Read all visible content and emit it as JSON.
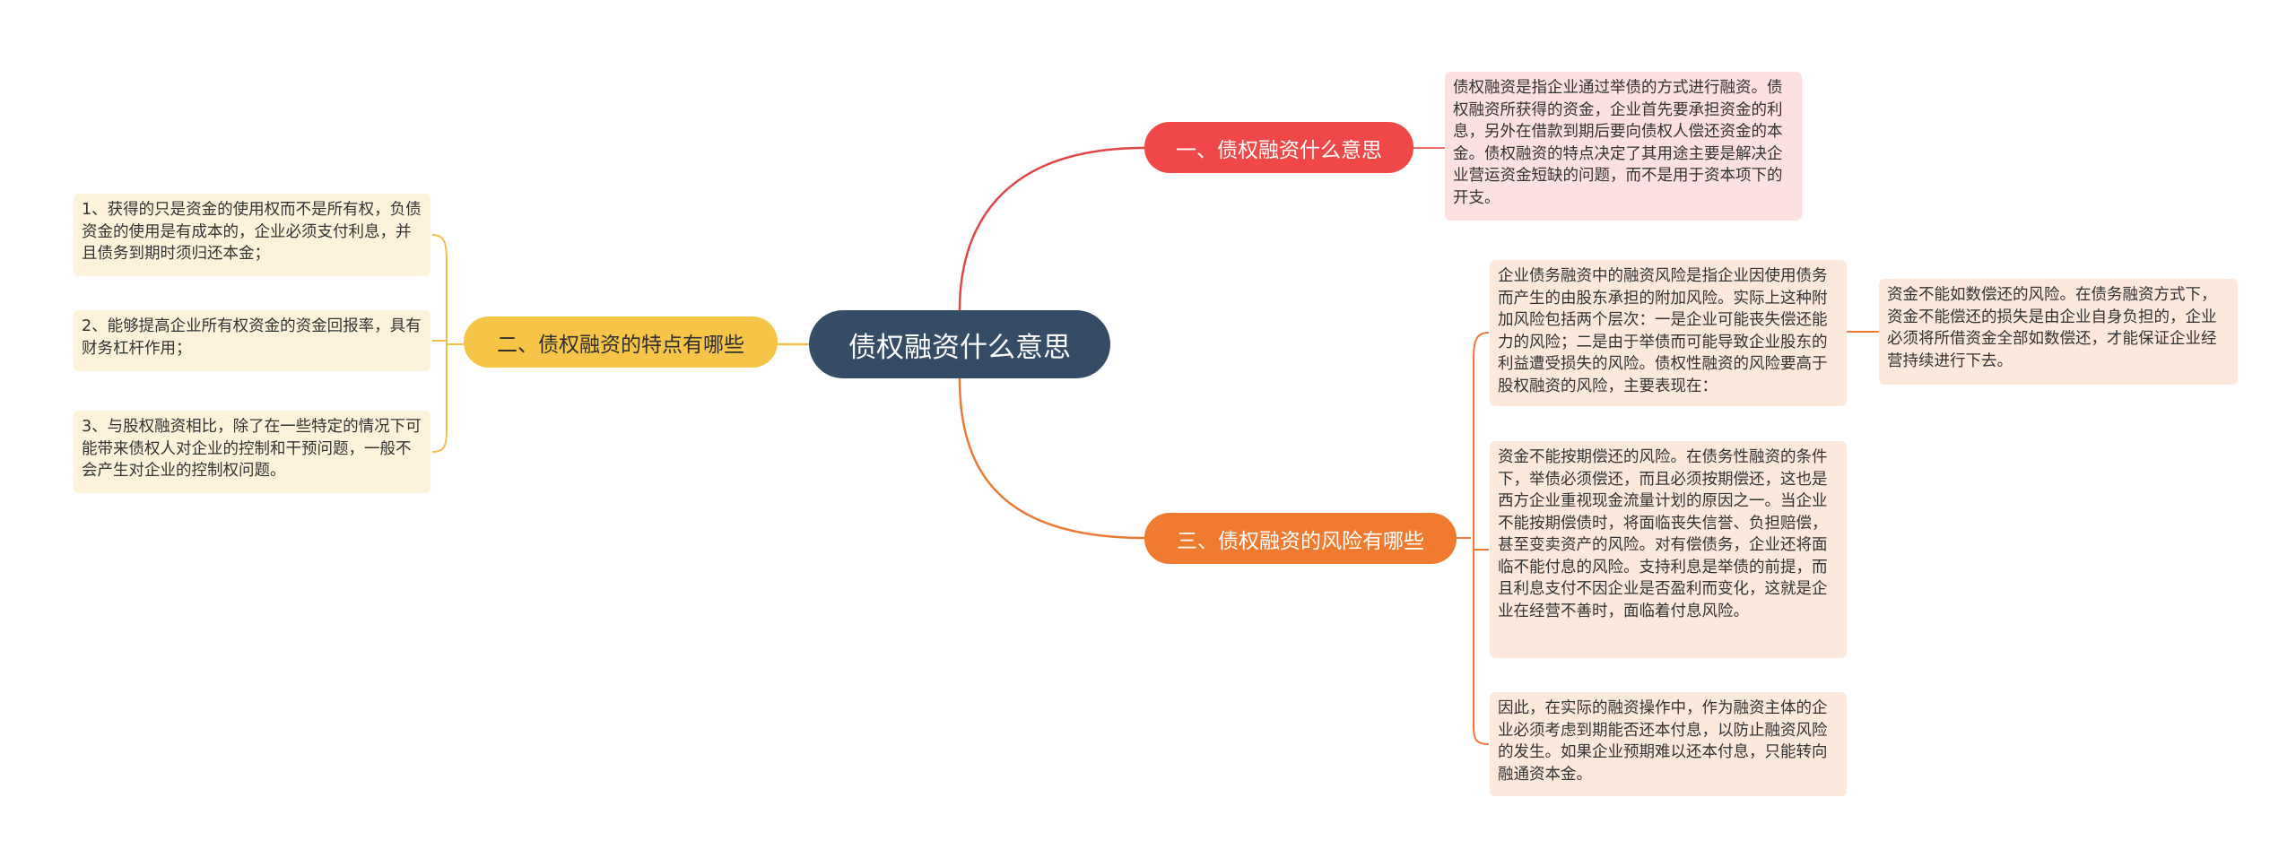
{
  "root": {
    "label": "债权融资什么意思"
  },
  "branches": [
    {
      "label": "一、债权融资什么意思",
      "color": "#f04848",
      "children": [
        {
          "text": "债权融资是指企业通过举债的方式进行融资。债权融资所获得的资金，企业首先要承担资金的利息，另外在借款到期后要向债权人偿还资金的本金。债权融资的特点决定了其用途主要是解决企业营运资金短缺的问题，而不是用于资本项下的开支。"
        }
      ]
    },
    {
      "label": "二、债权融资的特点有哪些",
      "color": "#f6c548",
      "children": [
        {
          "text": "1、获得的只是资金的使用权而不是所有权，负债资金的使用是有成本的，企业必须支付利息，并且债务到期时须归还本金；"
        },
        {
          "text": "2、能够提高企业所有权资金的资金回报率，具有财务杠杆作用；"
        },
        {
          "text": "3、与股权融资相比，除了在一些特定的情况下可能带来债权人对企业的控制和干预问题，一般不会产生对企业的控制权问题。"
        }
      ]
    },
    {
      "label": "三、债权融资的风险有哪些",
      "color": "#f07a2e",
      "children": [
        {
          "text": "企业债务融资中的融资风险是指企业因使用债务而产生的由股东承担的附加风险。实际上这种附加风险包括两个层次：一是企业可能丧失偿还能力的风险；二是由于举债而可能导致企业股东的利益遭受损失的风险。债权性融资的风险要高于股权融资的风险，主要表现在：",
          "children": [
            {
              "text": "资金不能如数偿还的风险。在债务融资方式下，资金不能偿还的损失是由企业自身负担的，企业必须将所借资金全部如数偿还，才能保证企业经营持续进行下去。"
            }
          ]
        },
        {
          "text": "资金不能按期偿还的风险。在债务性融资的条件下，举债必须偿还，而且必须按期偿还，这也是西方企业重视现金流量计划的原因之一。当企业不能按期偿债时，将面临丧失信誉、负担赔偿，甚至变卖资产的风险。对有偿债务，企业还将面临不能付息的风险。支持利息是举债的前提，而且利息支付不因企业是否盈利而变化，这就是企业在经营不善时，面临着付息风险。"
        },
        {
          "text": "因此，在实际的融资操作中，作为融资主体的企业必须考虑到期能否还本付息，以防止融资风险的发生。如果企业预期难以还本付息，只能转向融通资本金。"
        }
      ]
    }
  ]
}
